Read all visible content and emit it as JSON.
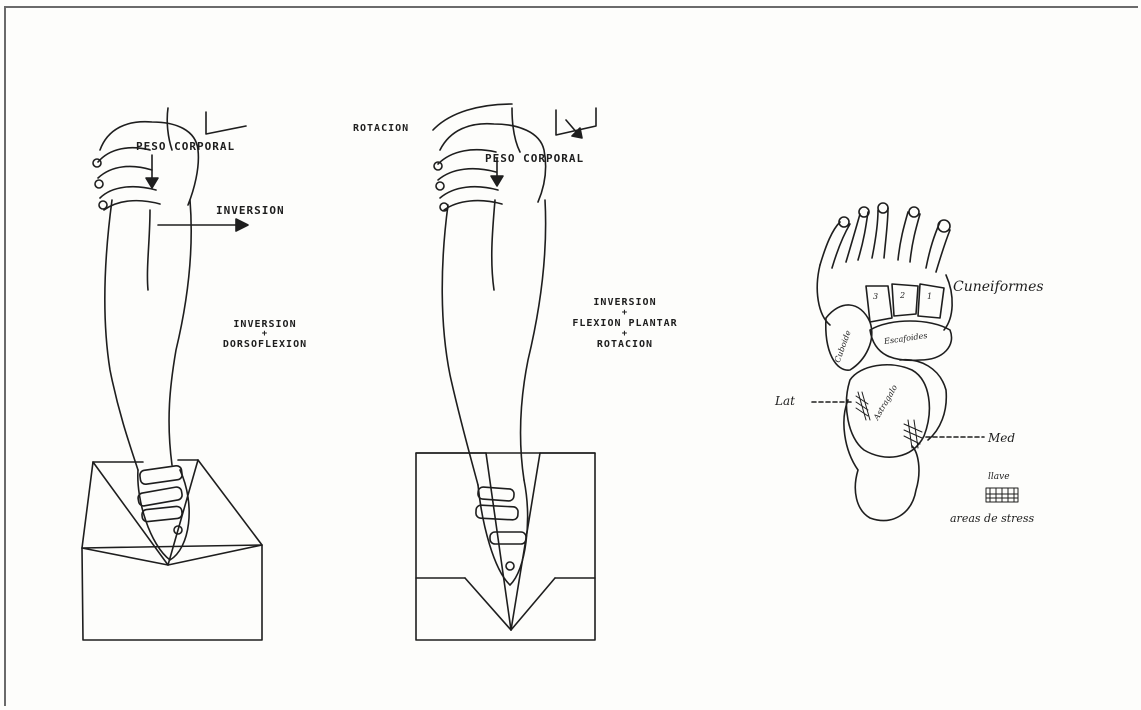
{
  "figure_left": {
    "weight_label": "PESO CORPORAL",
    "force_label": "INVERSION",
    "caption_line1": "INVERSION",
    "caption_plus": "+",
    "caption_line2": "DORSOFLEXION"
  },
  "figure_middle": {
    "rotation_label": "ROTACION",
    "weight_label": "PESO CORPORAL",
    "caption_line1": "INVERSION",
    "caption_plus1": "+",
    "caption_line2": "FLEXION PLANTAR",
    "caption_plus2": "+",
    "caption_line3": "ROTACION"
  },
  "figure_right": {
    "cuneiform_label": "Cuneiformes",
    "bone_cuboid": "Cuboide",
    "bone_navicular": "Escafoides",
    "bone_talus": "Astragalo",
    "bone_cun_1": "3",
    "bone_cun_2": "2",
    "bone_cun_3": "1",
    "lateral_label": "Lat",
    "medial_label": "Med",
    "legend_title": "llave",
    "legend_text": "areas de stress"
  },
  "colors": {
    "ink": "#1e1e1e",
    "paper": "#fdfdfb",
    "frame": "#6a6a6a"
  }
}
